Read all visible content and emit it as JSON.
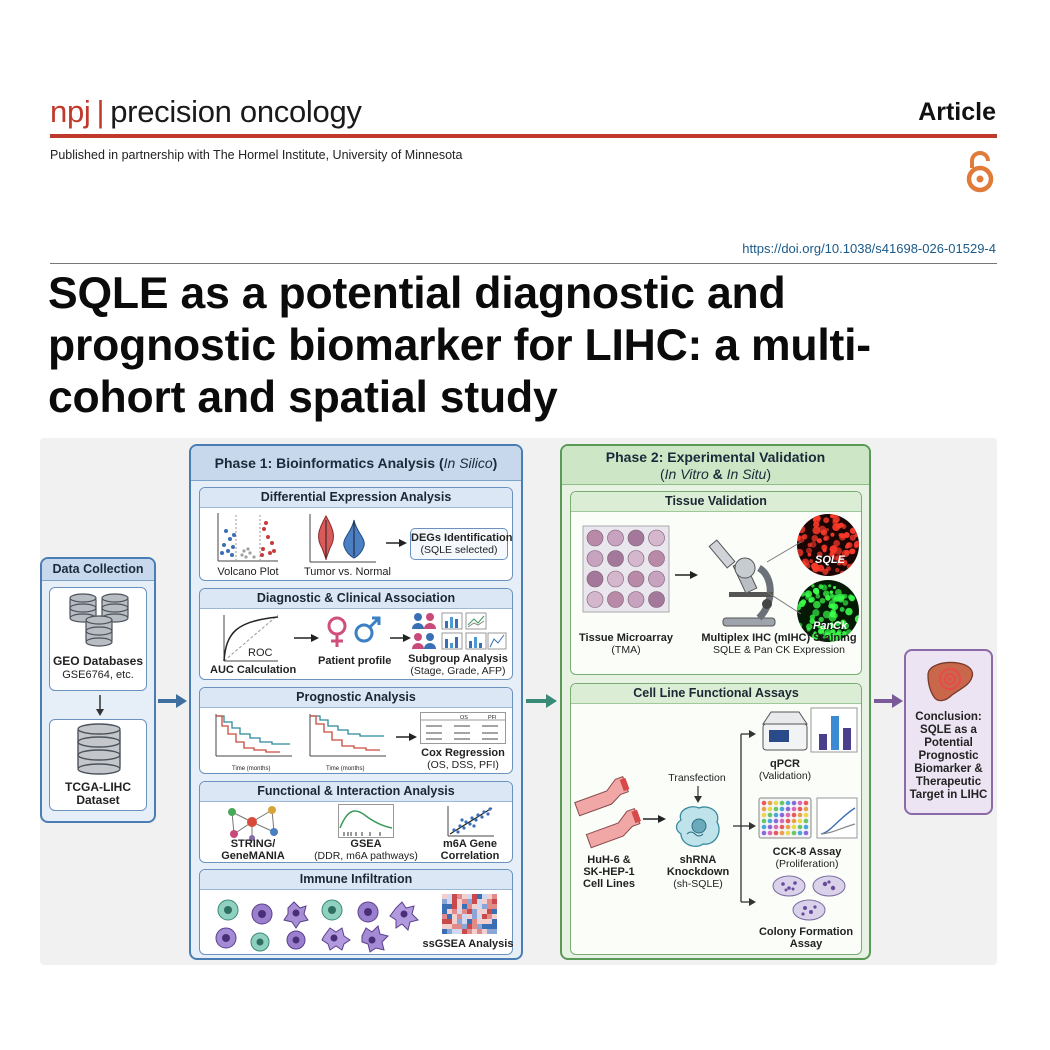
{
  "header": {
    "journal_npj": "npj",
    "journal_sep": "|",
    "journal_name": "precision oncology",
    "article_type": "Article",
    "partnership": "Published in partnership with The Hormel Institute, University of Minnesota",
    "doi": "https://doi.org/10.1038/s41698-026-01529-4"
  },
  "title": "SQLE as a potential diagnostic and prognostic biomarker for LIHC: a multi-cohort and spatial study",
  "figure": {
    "data_collection": {
      "header": "Data Collection",
      "geo_title": "GEO Databases",
      "geo_sub": "GSE6764, etc.",
      "tcga_title1": "TCGA-LIHC",
      "tcga_title2": "Dataset"
    },
    "phase1": {
      "header_main": "Phase 1: Bioinformatics Analysis (",
      "header_italic": "In Silico",
      "header_end": ")",
      "dea": {
        "header": "Differential Expression Analysis",
        "volcano": "Volcano Plot",
        "tumor_normal": "Tumor vs. Normal",
        "degs_title": "DEGs Identification",
        "degs_sub": "(SQLE selected)"
      },
      "diag": {
        "header": "Diagnostic & Clinical Association",
        "roc": "ROC",
        "auc": "AUC Calculation",
        "patient": "Patient profile",
        "subgroup_title": "Subgroup Analysis",
        "subgroup_sub": "(Stage, Grade, AFP)"
      },
      "prog": {
        "header": "Prognostic Analysis",
        "time_label": "Time (months)",
        "cox_title": "Cox Regression",
        "cox_sub": "(OS, DSS, PFI)",
        "table_os": "OS",
        "table_pfi": "PFI"
      },
      "func": {
        "header": "Functional & Interaction Analysis",
        "string1": "STRING/",
        "string2": "GeneMANIA",
        "gsea": "GSEA",
        "gsea_sub": "(DDR, m6A pathways)",
        "m6a1": "m6A Gene",
        "m6a2": "Correlation"
      },
      "immune": {
        "header": "Immune Infiltration",
        "ssgsea": "ssGSEA Analysis"
      }
    },
    "phase2": {
      "header_line1": "Phase 2: Experimental Validation",
      "header_l2_open": "(",
      "header_l2_italic1": "In Vitro",
      "header_l2_amp": " & ",
      "header_l2_italic2": "In Situ",
      "header_l2_close": ")",
      "tissue": {
        "header": "Tissue Validation",
        "tma_title": "Tissue Microarray",
        "tma_sub": "(TMA)",
        "mihc_title": "Multiplex IHC (mIHC) Staining",
        "mihc_sub": "SQLE & Pan CK Expression",
        "sqle_label": "SQLE",
        "panck_label": "PanCk"
      },
      "cell": {
        "header": "Cell Line Functional Assays",
        "cells1": "HuH-6 &",
        "cells2": "SK-HEP-1",
        "cells3": "Cell Lines",
        "transfection": "Transfection",
        "shrna1": "shRNA",
        "shrna2": "Knockdown",
        "shrna3": "(sh-SQLE)",
        "qpcr": "qPCR",
        "qpcr_sub": "(Validation)",
        "cck8": "CCK-8 Assay",
        "cck8_sub": "(Proliferation)",
        "colony1": "Colony Formation",
        "colony2": "Assay"
      }
    },
    "conclusion": {
      "line1": "Conclusion:",
      "line2": "SQLE as a",
      "line3": "Potential",
      "line4": "Prognostic",
      "line5": "Biomarker &",
      "line6": "Therapeutic",
      "line7": "Target in LIHC"
    }
  },
  "colors": {
    "brand_red": "#c0392b",
    "phase1_blue": "#4a7db3",
    "phase2_green": "#5a9a57",
    "conclusion_purple": "#8a6aa8"
  }
}
